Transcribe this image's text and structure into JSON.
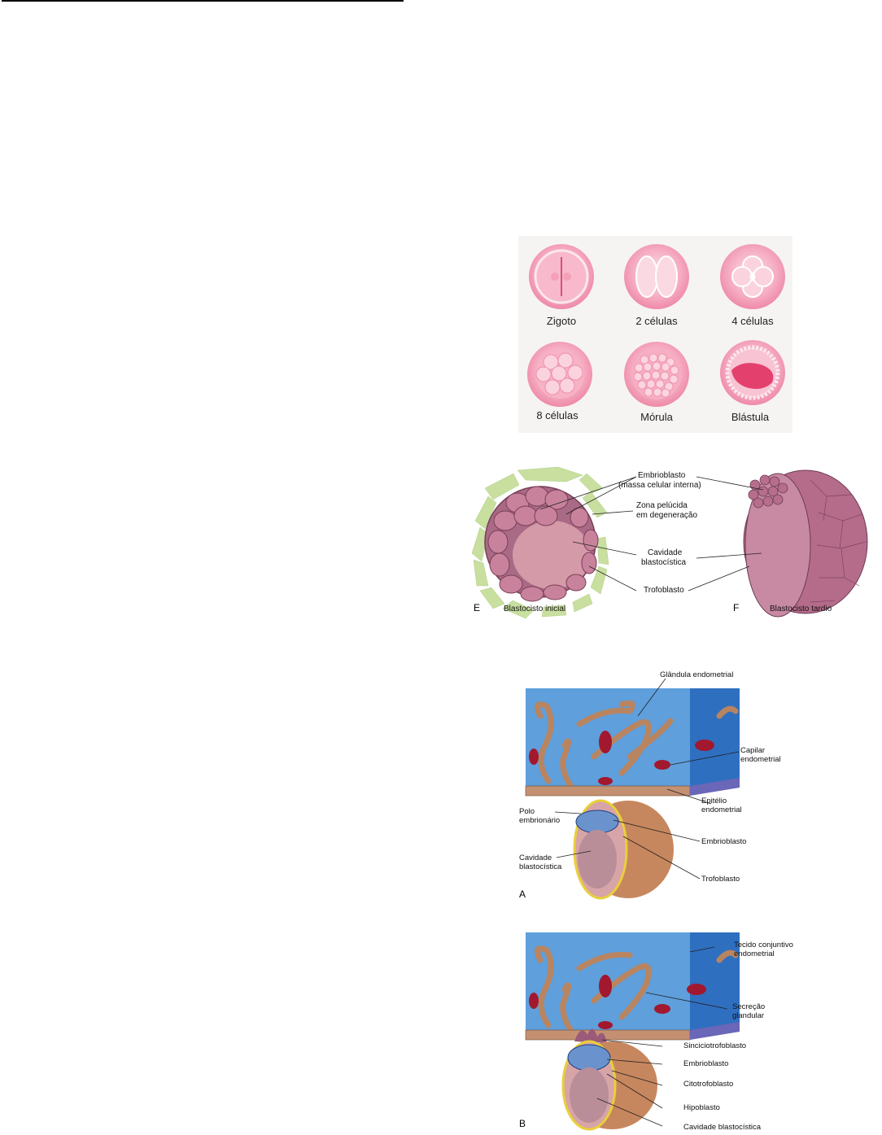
{
  "cleavage": {
    "labels": [
      "Zigoto",
      "2 células",
      "4 células",
      "8 células",
      "Mórula",
      "Blástula"
    ]
  },
  "blastocyst": {
    "embryoblast": "Embrioblasto",
    "embryoblast_sub": "(massa celular interna)",
    "zona": "Zona pelúcida",
    "zona_sub": "em degeneração",
    "cavity": "Cavidade",
    "cavity_sub": "blastocística",
    "trophoblast": "Trofoblasto",
    "letter_e": "E",
    "caption_e": "Blastocisto inicial",
    "letter_f": "F",
    "caption_f": "Blastocisto tardio"
  },
  "implant_a": {
    "gland": "Glândula endometrial",
    "capillary": "Capilar",
    "capillary_sub": "endometrial",
    "epithelium": "Epitélio",
    "epithelium_sub": "endometrial",
    "pole": "Polo",
    "pole_sub": "embrionário",
    "embryoblast": "Embrioblasto",
    "cavity": "Cavidade",
    "cavity_sub": "blastocística",
    "trophoblast": "Trofoblasto",
    "letter": "A"
  },
  "implant_b": {
    "tissue": "Tecido conjuntivo",
    "tissue_sub": "endometrial",
    "secretion": "Secreção",
    "secretion_sub": "glandular",
    "synctio": "Sinciciotrofoblasto",
    "embryoblast": "Embrioblasto",
    "cyto": "Citotrofoblasto",
    "hypoblast": "Hipoblasto",
    "cavity": "Cavidade blastocística",
    "letter": "B"
  },
  "colors": {
    "pink": "#f3a6bd",
    "blue": "#5b9bd8",
    "brown": "#c49072",
    "zona_green": "#c8dfa0"
  }
}
